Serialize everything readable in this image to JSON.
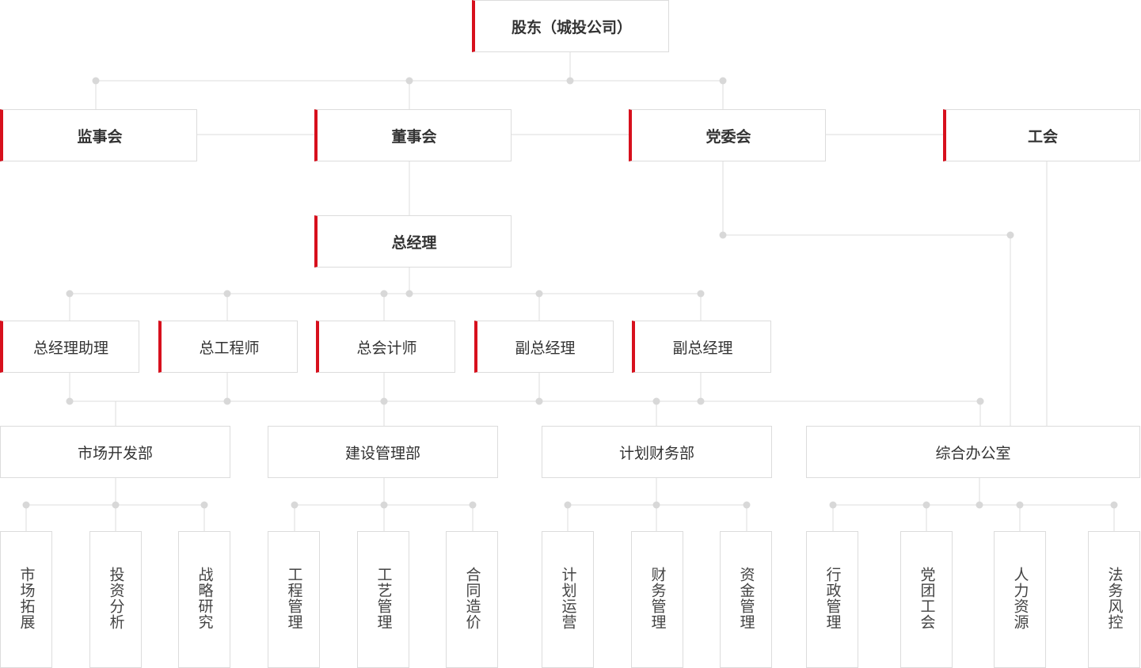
{
  "top": {
    "shareholder": "股东（城投公司）"
  },
  "level1": {
    "supervisory": "监事会",
    "board": "董事会",
    "party": "党委会",
    "union": "工会"
  },
  "gm": "总经理",
  "level3": {
    "assistant": "总经理助理",
    "chief_engineer": "总工程师",
    "chief_accountant": "总会计师",
    "deputy_gm_1": "副总经理",
    "deputy_gm_2": "副总经理"
  },
  "departments": {
    "market": "市场开发部",
    "construction": "建设管理部",
    "finance": "计划财务部",
    "office": "综合办公室"
  },
  "sections": {
    "market": [
      "市场拓展",
      "投资分析",
      "战略研究"
    ],
    "construction": [
      "工程管理",
      "工艺管理",
      "合同造价"
    ],
    "finance": [
      "计划运营",
      "财务管理",
      "资金管理"
    ],
    "office": [
      "行政管理",
      "党团工会",
      "人力资源",
      "法务风控"
    ]
  },
  "colors": {
    "accent": "#d7101d",
    "line": "#dcdcdc",
    "dot": "#d8d8d8",
    "text": "#333333"
  }
}
